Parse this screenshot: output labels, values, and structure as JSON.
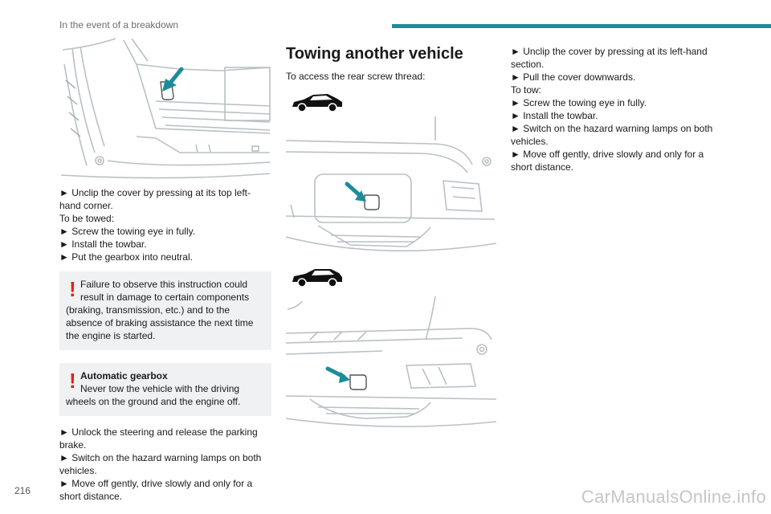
{
  "header": {
    "section": "In the event of a breakdown"
  },
  "page_number": "216",
  "watermark": {
    "main": "CarManualsOnline.info",
    "sub": ""
  },
  "left": {
    "steps": [
      "► Unclip the cover by pressing at its top left-",
      "hand corner.",
      "To be towed:",
      "► Screw the towing eye in fully.",
      "► Install the towbar.",
      "► Put the gearbox into neutral."
    ],
    "warning1": {
      "lines": [
        "Failure to observe this instruction could",
        "result in damage to certain components",
        "(braking, transmission, etc.) and to the",
        "absence of braking assistance the next time",
        "the engine is started."
      ]
    },
    "warning2": {
      "title": "Automatic gearbox",
      "lines": [
        "Never tow the vehicle with the driving",
        "wheels on the ground and the engine off."
      ]
    },
    "steps2": [
      "► Unlock the steering and release the parking",
      "brake.",
      "► Switch on the hazard warning lamps on both",
      "vehicles.",
      "► Move off gently, drive slowly and only for a",
      "short distance."
    ]
  },
  "middle": {
    "title": "Towing another vehicle",
    "intro": "To access the rear screw thread:"
  },
  "right": {
    "steps": [
      "► Unclip the cover by pressing at its left-hand",
      "section.",
      "► Pull the cover downwards.",
      "To tow:",
      "► Screw the towing eye in fully.",
      "► Install the towbar.",
      "► Switch on the hazard warning lamps on both",
      "vehicles.",
      "► Move off gently, drive slowly and only for a",
      "short distance."
    ]
  },
  "colors": {
    "accent": "#1d8c9a",
    "warning": "#e32219",
    "box": "#eff1f2"
  },
  "icons": [
    "warning-icon",
    "car-silhouette-icon",
    "pointer-arrow-icon"
  ]
}
